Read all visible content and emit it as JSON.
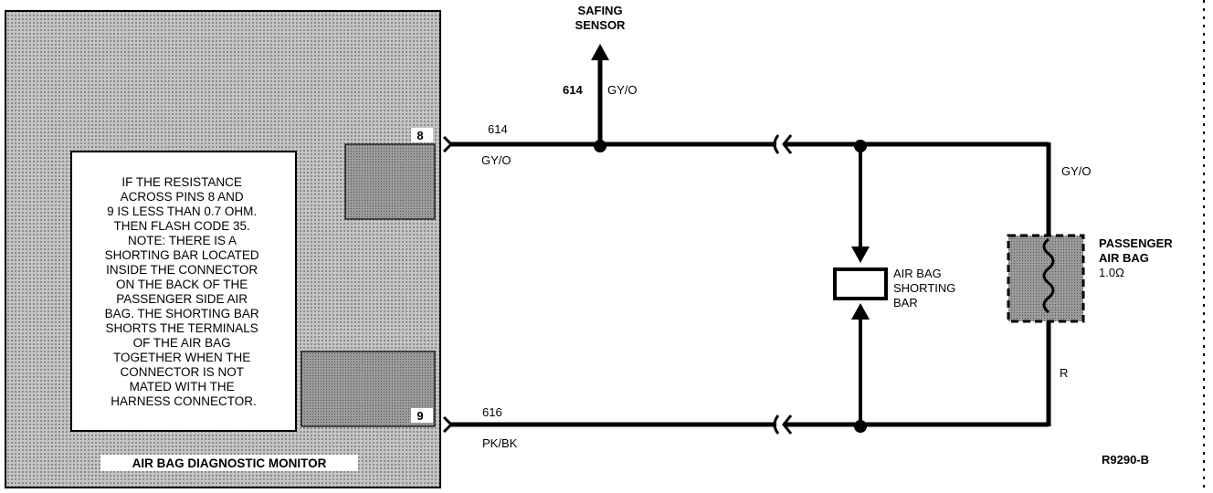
{
  "monitor": {
    "title": "AIR BAG DIAGNOSTIC MONITOR",
    "pin_top": "8",
    "pin_bottom": "9",
    "note_lines": [
      "IF THE RESISTANCE",
      "ACROSS PINS 8 AND",
      "9 IS LESS THAN 0.7 OHM.",
      "THEN FLASH CODE 35.",
      "NOTE: THERE IS A",
      "SHORTING BAR LOCATED",
      "INSIDE THE CONNECTOR",
      "ON THE BACK OF THE",
      "PASSENGER SIDE AIR",
      "BAG. THE SHORTING BAR",
      "SHORTS THE TERMINALS",
      "OF THE AIR BAG",
      "TOGETHER WHEN THE",
      "CONNECTOR IS NOT",
      "MATED WITH THE",
      "HARNESS CONNECTOR."
    ]
  },
  "safing_sensor": {
    "label_line1": "SAFING",
    "label_line2": "SENSOR",
    "circuit": "614",
    "color": "GY/O"
  },
  "top_wire": {
    "circuit": "614",
    "color": "GY/O"
  },
  "bottom_wire": {
    "circuit": "616",
    "color": "PK/BK"
  },
  "right_wire": {
    "top_color": "GY/O",
    "bottom_color": "R"
  },
  "shorting_bar": {
    "label_line1": "AIR BAG",
    "label_line2": "SHORTING",
    "label_line3": "BAR"
  },
  "passenger_airbag": {
    "label_line1": "PASSENGER",
    "label_line2": "AIR BAG",
    "resistance": "1.0Ω"
  },
  "figure_id": "R9290-B",
  "colors": {
    "ink": "#000000",
    "screen_fill": "#b8b8b8",
    "paper": "#ffffff"
  }
}
